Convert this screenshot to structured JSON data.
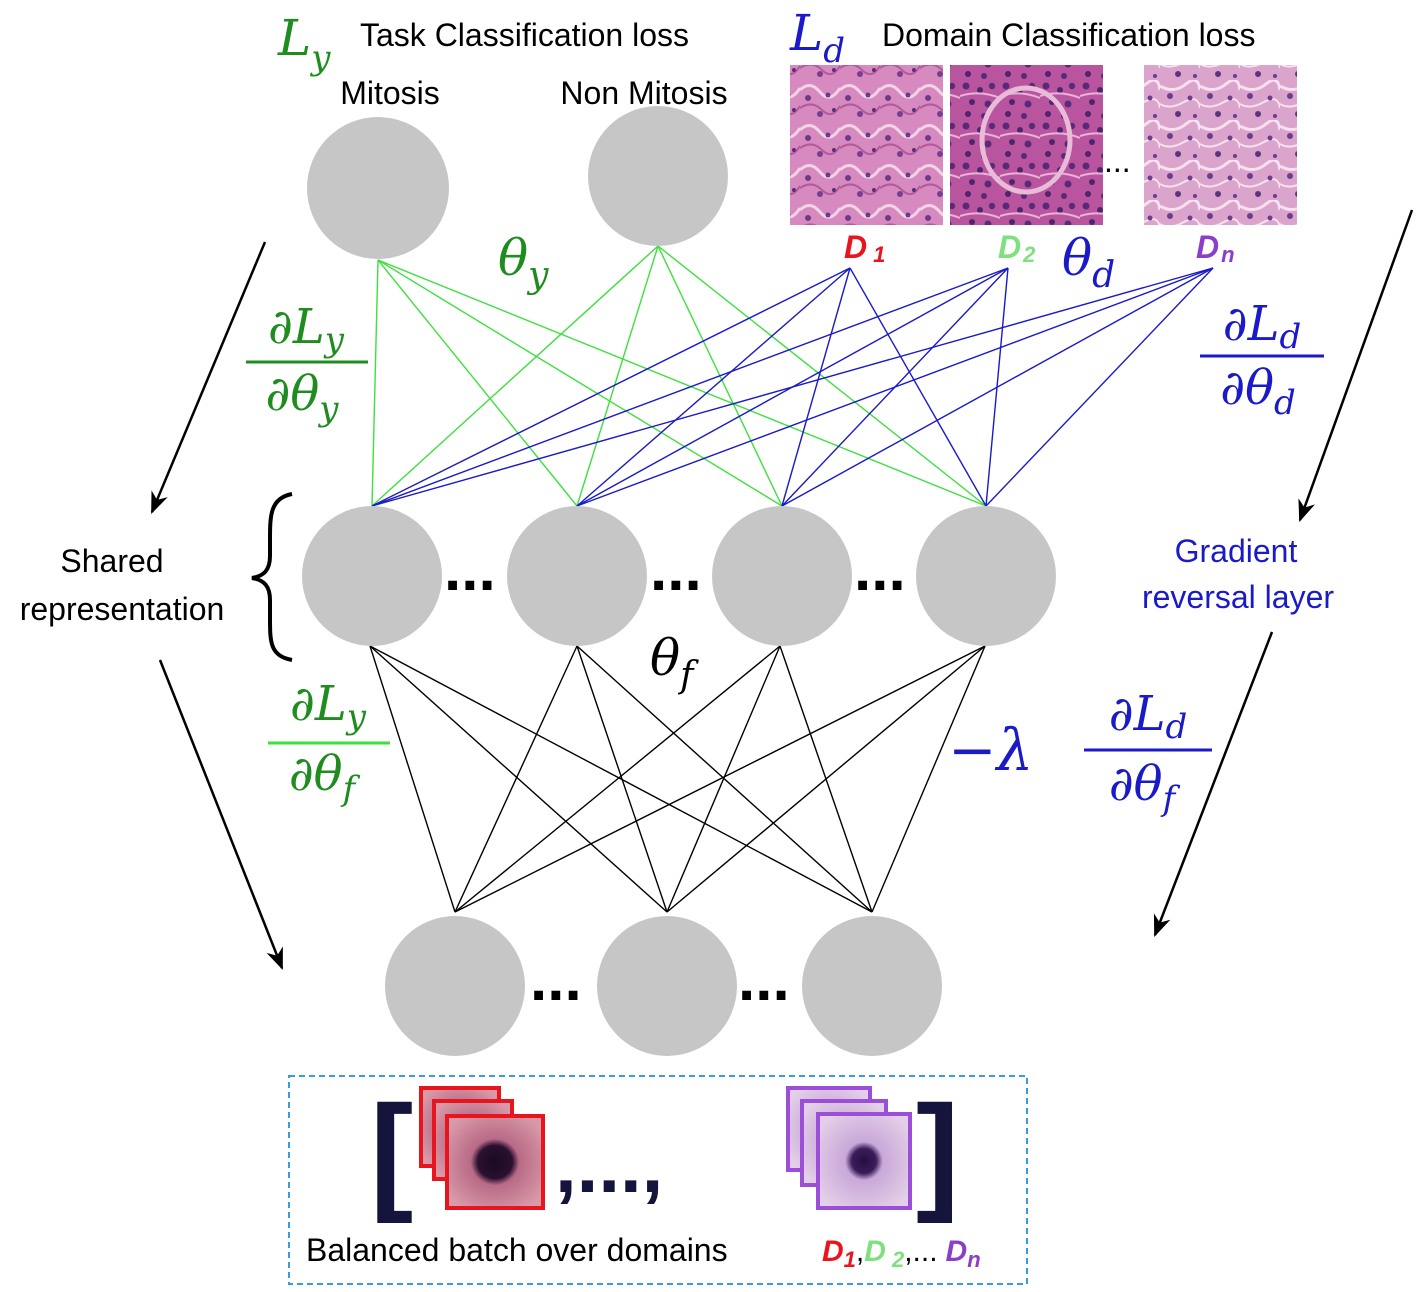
{
  "task_loss": {
    "symbol": "L",
    "subscript": "y",
    "label": "Task Classification loss",
    "class_labels": [
      "Mitosis",
      "Non Mitosis"
    ]
  },
  "domain_loss": {
    "symbol": "L",
    "subscript": "d",
    "label": "Domain Classification loss",
    "ellipsis": "...",
    "domains": [
      {
        "letter": "D",
        "index": "1",
        "color": "#e8141e"
      },
      {
        "letter": "D",
        "index": "2",
        "color": "#7fe07f"
      },
      {
        "letter": "D",
        "index": "n",
        "color": "#8b3fc8"
      }
    ]
  },
  "params": {
    "theta_y": {
      "symbol": "θ",
      "subscript": "y"
    },
    "theta_d": {
      "symbol": "θ",
      "subscript": "d"
    },
    "theta_f": {
      "symbol": "θ",
      "subscript": "f"
    }
  },
  "gradients": {
    "dLy_dthy": {
      "num": "∂L",
      "num_sub": "y",
      "den": "∂θ",
      "den_sub": "y"
    },
    "dLd_dthd": {
      "num": "∂L",
      "num_sub": "d",
      "den": "∂θ",
      "den_sub": "d"
    },
    "dLy_dthf": {
      "num": "∂L",
      "num_sub": "y",
      "den": "∂θ",
      "den_sub": "f"
    },
    "neg_lambda_dLd_dthf": {
      "prefix": "−λ",
      "num": "∂L",
      "num_sub": "d",
      "den": "∂θ",
      "den_sub": "f"
    }
  },
  "labels": {
    "shared_line1": "Shared",
    "shared_line2": "representation",
    "grl_line1": "Gradient",
    "grl_line2": "reversal layer"
  },
  "layers": {
    "hidden_ellipsis": "...",
    "input_ellipsis": "..."
  },
  "batch": {
    "open_bracket": "[",
    "close_bracket": "]",
    "separator": ",...,",
    "caption": "Balanced batch over domains",
    "caption_domains": [
      {
        "letter": "D",
        "index": "1",
        "color": "#e8141e",
        "sep": ","
      },
      {
        "letter": "D",
        "index": "2",
        "color": "#7fe07f",
        "sep": ",..."
      },
      {
        "letter": "D",
        "index": "n",
        "color": "#8b3fc8",
        "sep": ""
      }
    ]
  },
  "colors": {
    "green_text": "#1e8c1e",
    "green_line": "#3ee03e",
    "blue": "#1a1ac8",
    "node": "#c6c6c6",
    "dashed_box": "#3b9be0",
    "bracket": "#14143c"
  }
}
